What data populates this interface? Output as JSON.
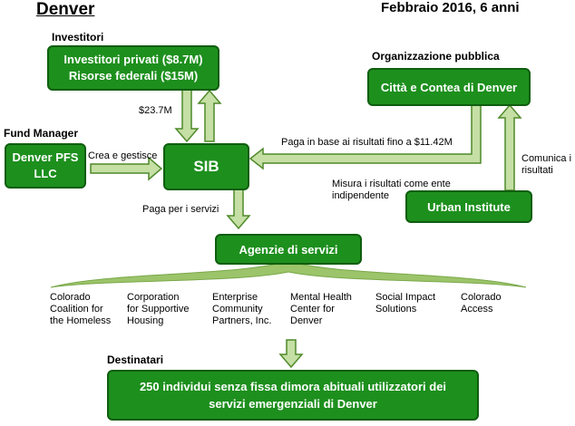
{
  "header": {
    "city": "Denver",
    "date": "Febbraio 2016, 6 anni"
  },
  "investors": {
    "heading": "Investitori",
    "line1": "Investitori privati ($8.7M)",
    "line2": "Risorse federali ($15M)",
    "amount": "$23.7M"
  },
  "public_org": {
    "heading": "Organizzazione pubblica",
    "name": "Città e Contea di Denver"
  },
  "fund_manager": {
    "heading": "Fund Manager",
    "line1": "Denver PFS",
    "line2": "LLC",
    "action": "Crea e gestisce"
  },
  "sib": {
    "label": "SIB"
  },
  "payments": {
    "results_label": "Paga in base ai risultati fino a $11.42M",
    "services_label": "Paga per i servizi"
  },
  "evaluator": {
    "name": "Urban Institute",
    "measure_line1": "Misura i risultati come ente",
    "measure_line2": "indipendente",
    "report_line1": "Comunica i",
    "report_line2": "risultati"
  },
  "service_agencies": {
    "title": "Agenzie di servizi",
    "providers": [
      {
        "line1": "Colorado",
        "line2": "Coalition for",
        "line3": "the Homeless"
      },
      {
        "line1": "Corporation",
        "line2": "for Supportive",
        "line3": "Housing"
      },
      {
        "line1": "Enterprise",
        "line2": "Community",
        "line3": "Partners, Inc."
      },
      {
        "line1": "Mental Health",
        "line2": "Center for",
        "line3": "Denver"
      },
      {
        "line1": "Social Impact",
        "line2": "Solutions",
        "line3": ""
      },
      {
        "line1": "Colorado",
        "line2": "Access",
        "line3": ""
      }
    ]
  },
  "recipients": {
    "heading": "Destinatari",
    "line1": "250 individui senza fissa dimora abituali utilizzatori dei",
    "line2": "servizi emergenziali di Denver"
  },
  "colors": {
    "box_fill": "#1d8f1d",
    "box_border": "#0f5e0f",
    "arrow_fill": "#c5dfa5",
    "arrow_border": "#4f8a2a",
    "brace": "#9cc46a"
  }
}
